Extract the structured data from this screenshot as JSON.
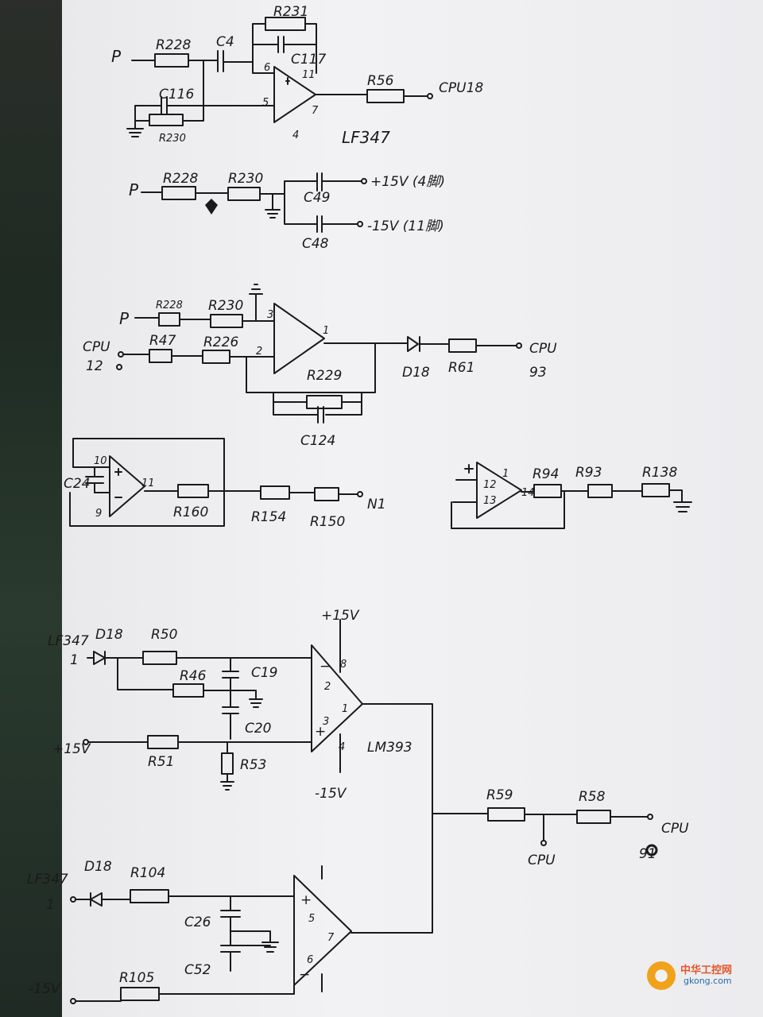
{
  "sections": {
    "s1": {
      "input": "P",
      "r_in": "R228",
      "cap": "C4",
      "r_fb": "R231",
      "c_fb": "C117",
      "cap2": "C116",
      "r_gnd": "R230",
      "pin_inv": "6",
      "pin_non": "5",
      "pin_out": "7",
      "pin_vp": "11",
      "pin_vn": "4",
      "r_out": "R56",
      "net": "CPU18",
      "ic": "LF347"
    },
    "s2": {
      "input": "P",
      "r1": "R228",
      "r2": "R230",
      "c_pos": "C49",
      "c_neg": "C48",
      "v_pos": "+15V (4脚)",
      "v_neg": "-15V (11脚)"
    },
    "s3": {
      "input": "P",
      "r1": "R228",
      "r2": "R230",
      "cpu_in_a": "CPU",
      "cpu_in_b": "12",
      "r3": "R47",
      "r4": "R226",
      "pin_non": "3",
      "pin_inv": "2",
      "pin_out": "1",
      "r_fb": "R229",
      "c_fb": "C124",
      "diode": "D18",
      "r_out": "R61",
      "net_a": "CPU",
      "net_b": "93"
    },
    "s4": {
      "pin_a": "10",
      "pin_b": "9",
      "pin_out": "11",
      "cap": "C24",
      "r1": "R160",
      "r2": "R154",
      "r3": "R150",
      "net": "N1"
    },
    "s5": {
      "pin_top": "1",
      "pin_non": "12",
      "pin_inv": "13",
      "pin_out": "14",
      "r1": "R94",
      "r2": "R93",
      "r3": "R138"
    },
    "s6": {
      "ic": "LM393",
      "vp": "+15V",
      "vn": "-15V",
      "src1_a": "LF347",
      "src1_b": "1",
      "diode1": "D18",
      "r50": "R50",
      "r46": "R46",
      "c19": "C19",
      "c20": "C20",
      "r51": "R51",
      "r53": "R53",
      "src_15v": "+15V",
      "pin2": "2",
      "pin3": "3",
      "pin8": "8",
      "pin1": "1",
      "pin4": "4",
      "r59": "R59",
      "r58": "R58",
      "cpu_mid": "CPU",
      "cpu_out": "CPU",
      "cpu_out_pin": "91",
      "src2_a": "LF347",
      "src2_b": "1",
      "diode2": "D18",
      "r104": "R104",
      "c26": "C26",
      "c52": "C52",
      "src_neg": "-15V",
      "r105": "R105",
      "pin5": "5",
      "pin6": "6",
      "pin7": "7"
    }
  },
  "watermark": {
    "cn": "中华工控网",
    "en": "gkong.com"
  }
}
